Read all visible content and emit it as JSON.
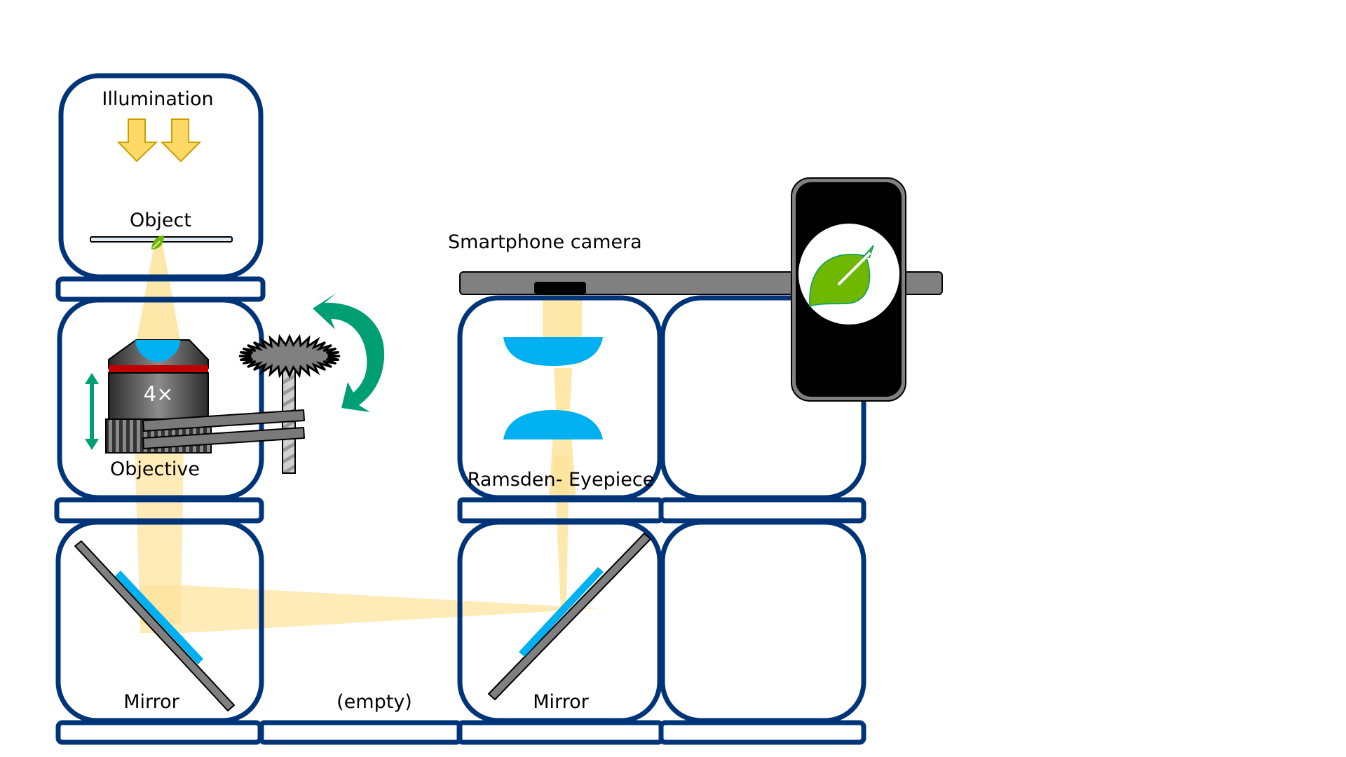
{
  "title": "Modular microscope with smartphone camera",
  "labels": {
    "illumination": "Illumination",
    "object": "Object",
    "objective": "Objective",
    "magnification": "4×",
    "mirror_left": "Mirror",
    "empty": "(empty)",
    "eyepiece": "Ramsden- Eyepiece",
    "mirror_right": "Mirror",
    "smartphone": "Smartphone camera"
  },
  "colors": {
    "module_border": "#003478",
    "light_beam": "#FDE39A",
    "lens": "#00B0F0",
    "arrow_fill": "#FFD966",
    "arrow_stroke": "#C9A000",
    "rotate_arrow": "#009E73",
    "objective_band": "#C00000",
    "gray": "#7F7F7F",
    "leaf": "#6FB800"
  },
  "icons": {
    "illumination": "down-arrow-icon",
    "specimen": "leaf-icon",
    "focus": "up-down-arrow-icon",
    "focus_knob": "rotate-arrow-icon",
    "phone_app": "leaf-icon"
  }
}
